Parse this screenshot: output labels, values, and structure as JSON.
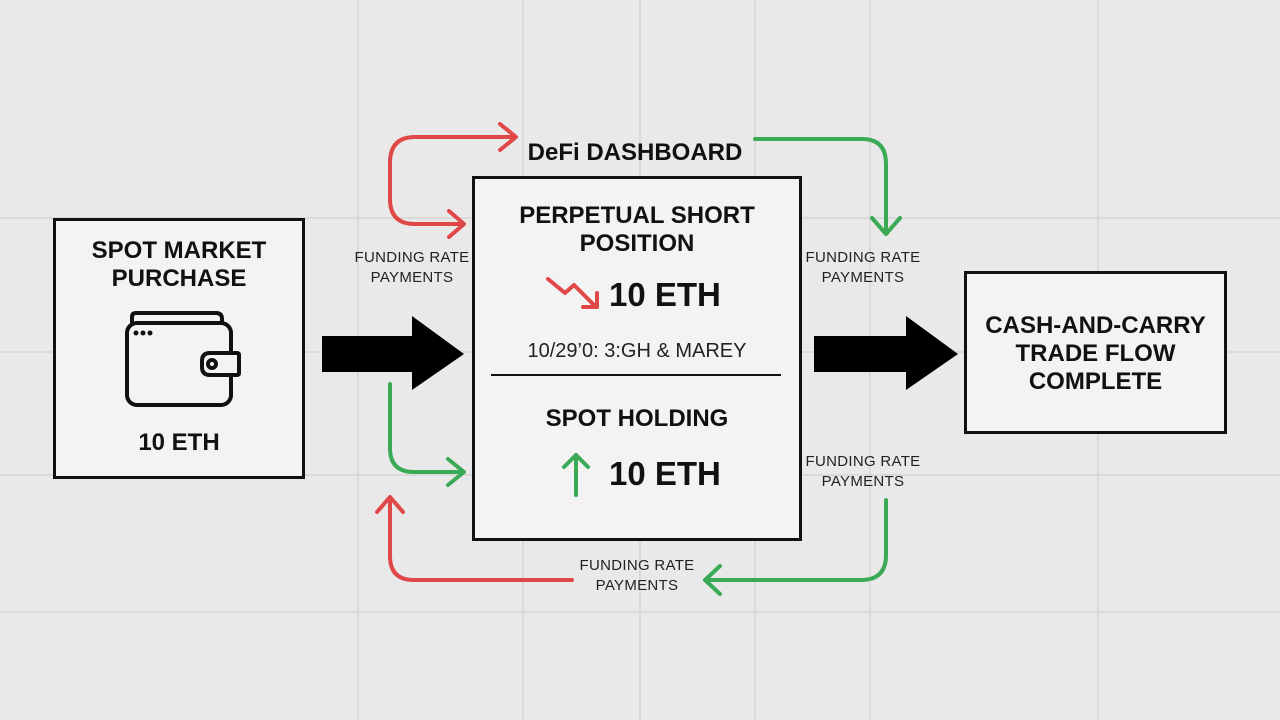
{
  "header": {
    "title": "DeFi DASHBOARD"
  },
  "spot_market": {
    "title": "SPOT MARKET\nPURCHASE",
    "amount": "10 ETH",
    "icon": "wallet-icon"
  },
  "center_box": {
    "perpetual_title": "PERPETUAL SHORT\nPOSITION",
    "perpetual_amount": "10 ETH",
    "perpetual_icon": "trend-down-icon",
    "timestamp_line": "10/29’0: 3:GH & MAREY",
    "spot_holding_title": "SPOT HOLDING",
    "spot_holding_amount": "10 ETH",
    "spot_holding_icon": "arrow-up-icon"
  },
  "result_box": {
    "title": "CASH-AND-CARRY\nTRADE FLOW\nCOMPLETE"
  },
  "flow_labels": {
    "left_top": "FUNDING RATE\nPAYMENTS",
    "right_top": "FUNDING RATE\nPAYMENTS",
    "right_bottom": "FUNDING RATE\nPAYMENTS",
    "bottom": "FUNDING RATE\nPAYMENTS"
  },
  "colors": {
    "red_flow": "#e04848",
    "green_flow": "#3aaa55",
    "main_arrow": "#000000",
    "box_border": "#111111"
  }
}
